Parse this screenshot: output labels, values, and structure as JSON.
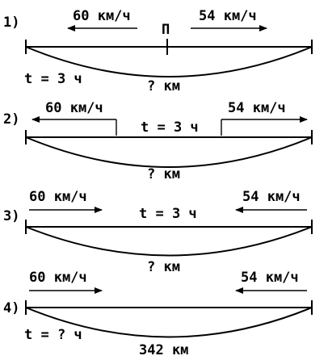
{
  "problems": [
    {
      "number": "1)",
      "speed_left": "60 км/ч",
      "speed_right": "54 км/ч",
      "meeting_point": "П",
      "time": "t = 3 ч",
      "distance": "? км"
    },
    {
      "number": "2)",
      "speed_left": "60 км/ч",
      "speed_right": "54 км/ч",
      "time": "t = 3 ч",
      "distance": "? км"
    },
    {
      "number": "3)",
      "speed_left": "60 км/ч",
      "speed_right": "54 км/ч",
      "time": "t = 3 ч",
      "distance": "? км"
    },
    {
      "number": "4)",
      "speed_left": "60 км/ч",
      "speed_right": "54 км/ч",
      "time": "t = ? ч",
      "distance": "342 км"
    }
  ]
}
